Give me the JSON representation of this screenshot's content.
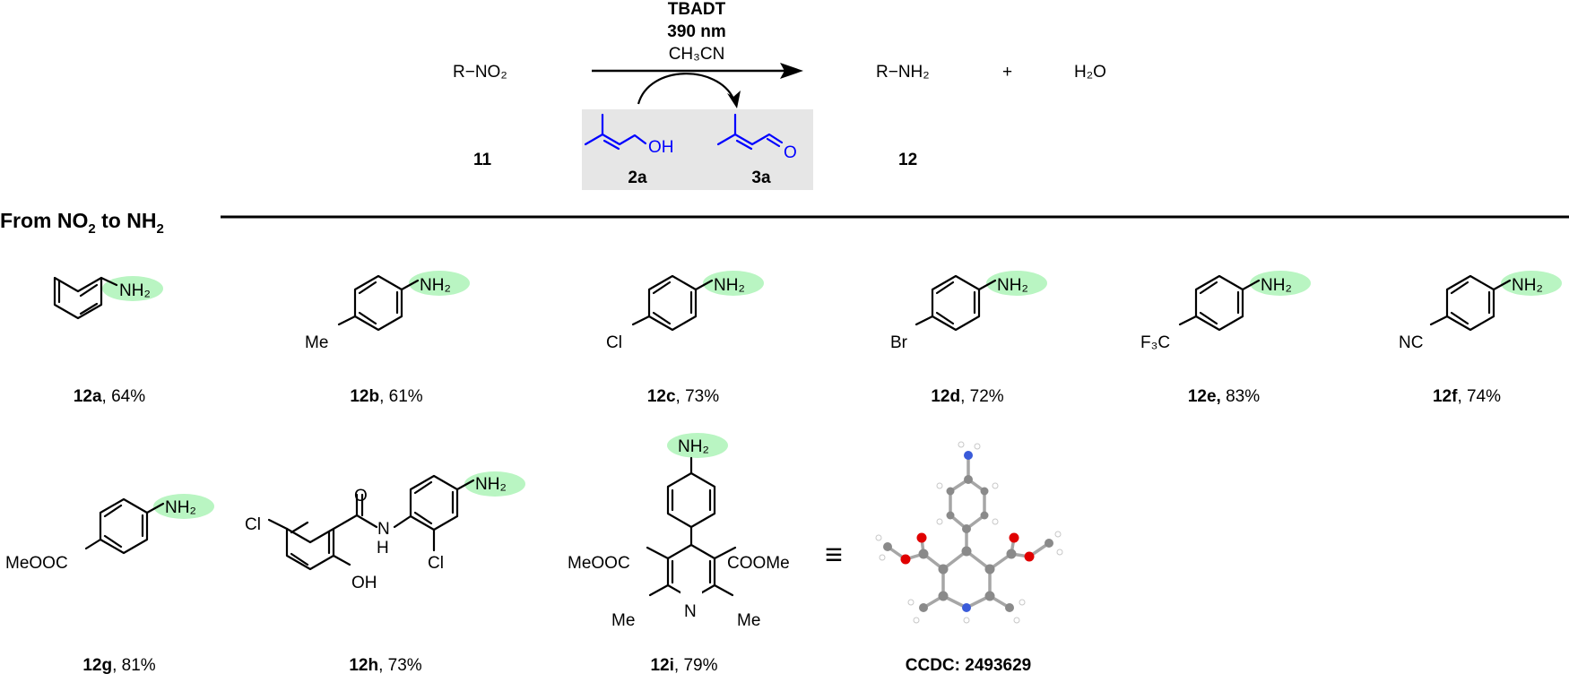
{
  "reaction": {
    "reactant": "R−NO₂",
    "reactant_label": "11",
    "product": "R−NH₂",
    "plus": "+",
    "byproduct": "H₂O",
    "product_label": "12",
    "catalyst": "TBADT",
    "wavelength": "390 nm",
    "solvent": "CH₃CN",
    "reductant_label": "2a",
    "reductant_oh": "OH",
    "oxidized_label": "3a",
    "oxidized_o": "O"
  },
  "section": {
    "title_prefix": "From NO",
    "title_sub1": "2",
    "title_mid": " to NH",
    "title_sub2": "2"
  },
  "compounds": [
    {
      "id": "12a",
      "yield": ", 64%",
      "amine": "NH₂"
    },
    {
      "id": "12b",
      "yield": ", 61%",
      "amine": "NH₂",
      "substituent": "Me"
    },
    {
      "id": "12c",
      "yield": ", 73%",
      "amine": "NH₂",
      "substituent": "Cl"
    },
    {
      "id": "12d",
      "yield": ", 72%",
      "amine": "NH₂",
      "substituent": "Br"
    },
    {
      "id": "12e,",
      "yield": " 83%",
      "amine": "NH₂",
      "substituent": "F₃C"
    },
    {
      "id": "12f",
      "yield": ", 74%",
      "amine": "NH₂",
      "substituent": "NC"
    },
    {
      "id": "12g",
      "yield": ", 81%",
      "amine": "NH₂",
      "substituent": "MeOOC"
    },
    {
      "id": "12h",
      "yield": ", 73%",
      "amine": "NH₂",
      "cl1": "Cl",
      "cl2": "Cl",
      "oh": "OH",
      "o": "O",
      "nh": "N",
      "h": "H"
    },
    {
      "id": "12i",
      "yield": ", 79%",
      "amine": "NH₂",
      "ester_left": "MeOOC",
      "ester_right": "COOMe",
      "me_left": "Me",
      "me_right": "Me",
      "n": "N"
    }
  ],
  "crystal": {
    "equiv": "≡",
    "ccdc": "CCDC: 2493629"
  },
  "colors": {
    "highlight": "#b9f5c2",
    "reagent_blue": "#0000ff",
    "oxygen": "#e00000",
    "nitrogen": "#3a5bd9",
    "carbon": "#8a8a8a",
    "panel_gray": "#e6e6e6"
  }
}
